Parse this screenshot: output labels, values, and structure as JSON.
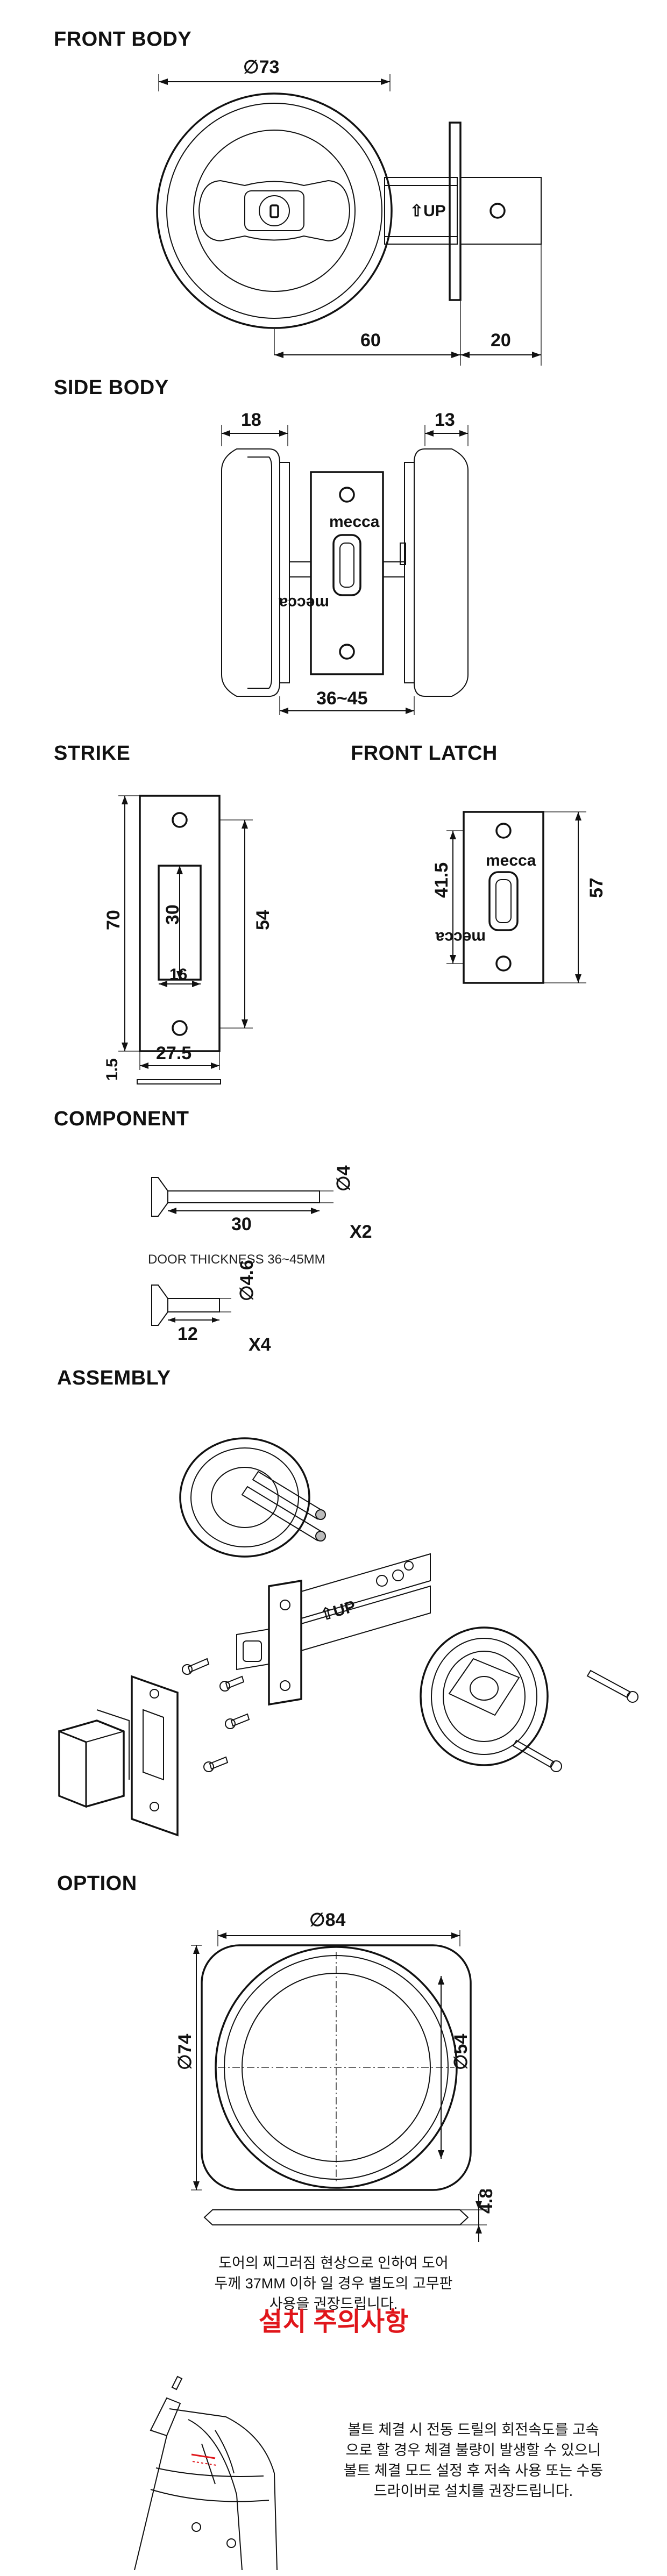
{
  "sections": {
    "front_body": "FRONT BODY",
    "side_body": "SIDE BODY",
    "strike": "STRIKE",
    "front_latch": "FRONT LATCH",
    "component": "COMPONENT",
    "assembly": "ASSEMBLY",
    "option": "OPTION"
  },
  "front_body": {
    "diameter": "∅73",
    "width": "60",
    "backset": "20",
    "up_mark": "⇧UP"
  },
  "side_body": {
    "left": "18",
    "right": "13",
    "thickness": "36~45",
    "brand": "mecca"
  },
  "strike": {
    "height": "70",
    "slot_height": "30",
    "slot_width": "16",
    "width": "27.5",
    "inner": "54",
    "plate": "1.5"
  },
  "front_latch": {
    "height": "41.5",
    "total": "57",
    "brand": "mecca"
  },
  "component": {
    "long_length": "30",
    "long_dia": "∅4",
    "long_qty": "X2",
    "door_note": "DOOR THICKNESS 36~45MM",
    "short_length": "12",
    "short_dia": "∅4.6",
    "short_qty": "X4"
  },
  "option": {
    "outer": "∅84",
    "left": "∅74",
    "inner": "∅54",
    "thickness": "4.8",
    "note": [
      "도어의 찌그러짐 현상으로 인하여 도어",
      "두께 37MM 이하 일 경우 별도의 고무판",
      "사용을 권장드립니다."
    ]
  },
  "caution": {
    "title": "설치 주의사항",
    "text": [
      "볼트 체결 시 전동 드릴의 회전속도를 고속",
      "으로 할 경우 체결 불량이 발생할 수 있으니",
      "볼트 체결 모드 설정 후 저속 사용 또는 수동",
      "드라이버로 설치를 권장드립니다."
    ]
  }
}
